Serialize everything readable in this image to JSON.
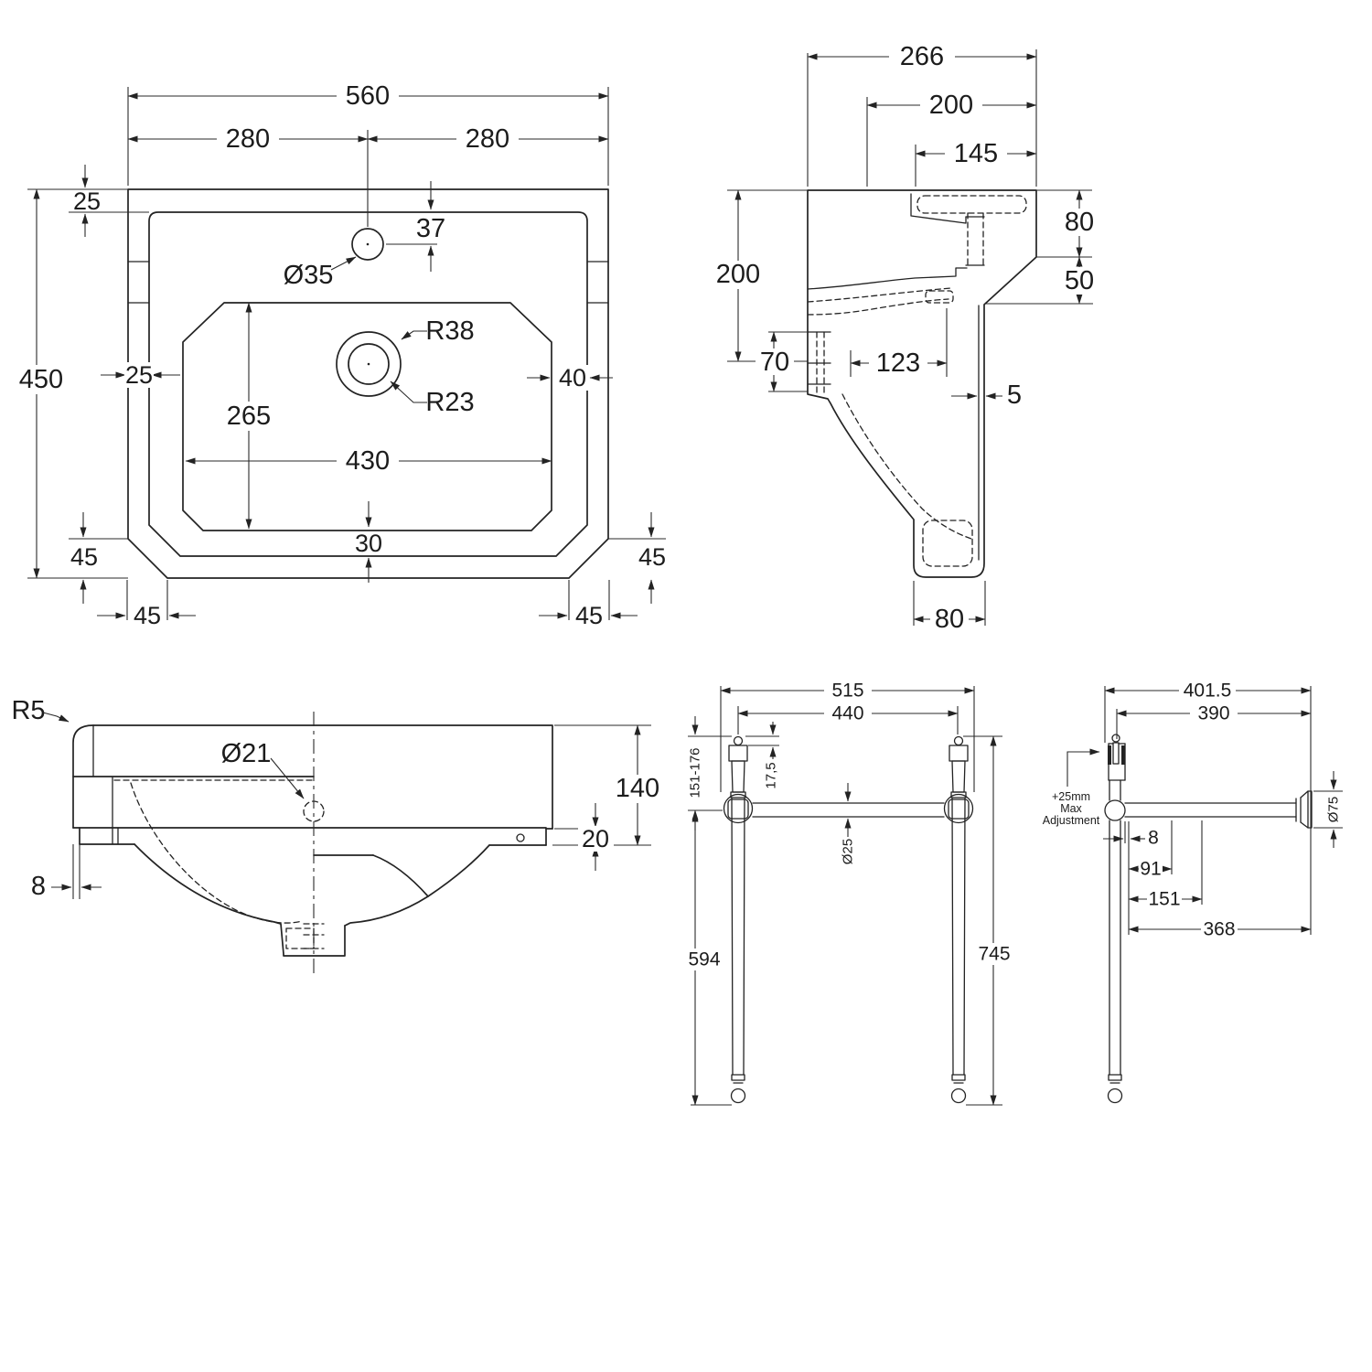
{
  "drawing": {
    "background": "#ffffff",
    "line_color": "#232323",
    "plan": {
      "w560": "560",
      "w280l": "280",
      "w280r": "280",
      "d25top": "25",
      "d37": "37",
      "o35": "Ø35",
      "r38": "R38",
      "r23": "R23",
      "d25left": "25",
      "d40right": "40",
      "d450": "450",
      "d265": "265",
      "d430": "430",
      "d30": "30",
      "c45vl": "45",
      "c45hl": "45",
      "c45vr": "45",
      "c45hr": "45"
    },
    "section": {
      "d266": "266",
      "d200top": "200",
      "d145": "145",
      "d80top": "80",
      "d50": "50",
      "d200left": "200",
      "d70": "70",
      "d123": "123",
      "d5": "5",
      "d80bottom": "80"
    },
    "front": {
      "r5": "R5",
      "o21": "Ø21",
      "d140": "140",
      "d20": "20",
      "d8": "8"
    },
    "standFront": {
      "d515": "515",
      "d440": "440",
      "d175": "17,5",
      "d151176": "151-176",
      "o25": "Ø25",
      "d594": "594",
      "d745": "745"
    },
    "standSide": {
      "d4015": "401.5",
      "d390": "390",
      "note1": "+25mm",
      "note2": "Max",
      "note3": "Adjustment",
      "o75": "Ø75",
      "d8": "8",
      "d91": "91",
      "d151": "151",
      "d368": "368"
    }
  }
}
